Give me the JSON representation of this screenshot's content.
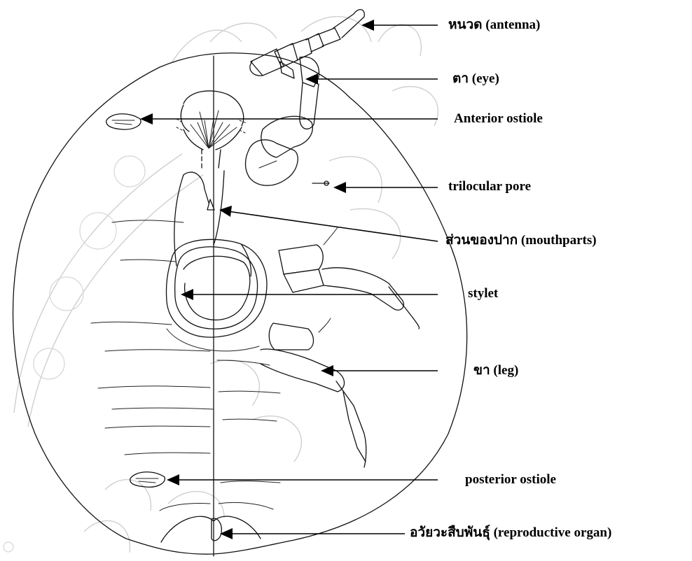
{
  "labels": {
    "antenna": "หนวด (antenna)",
    "eye": "ตา (eye)",
    "anterior_ostiole": "Anterior ostiole",
    "trilocular_pore": "trilocular pore",
    "mouthparts": "ส่วนของปาก (mouthparts)",
    "stylet": "stylet",
    "leg": "ขา (leg)",
    "posterior_ostiole": "posterior ostiole",
    "reproductive_organ": "อวัยวะสืบพันธุ์ (reproductive organ)"
  },
  "colors": {
    "ink": "#111111",
    "watermark": "#cfcfcf",
    "background": "#ffffff"
  }
}
